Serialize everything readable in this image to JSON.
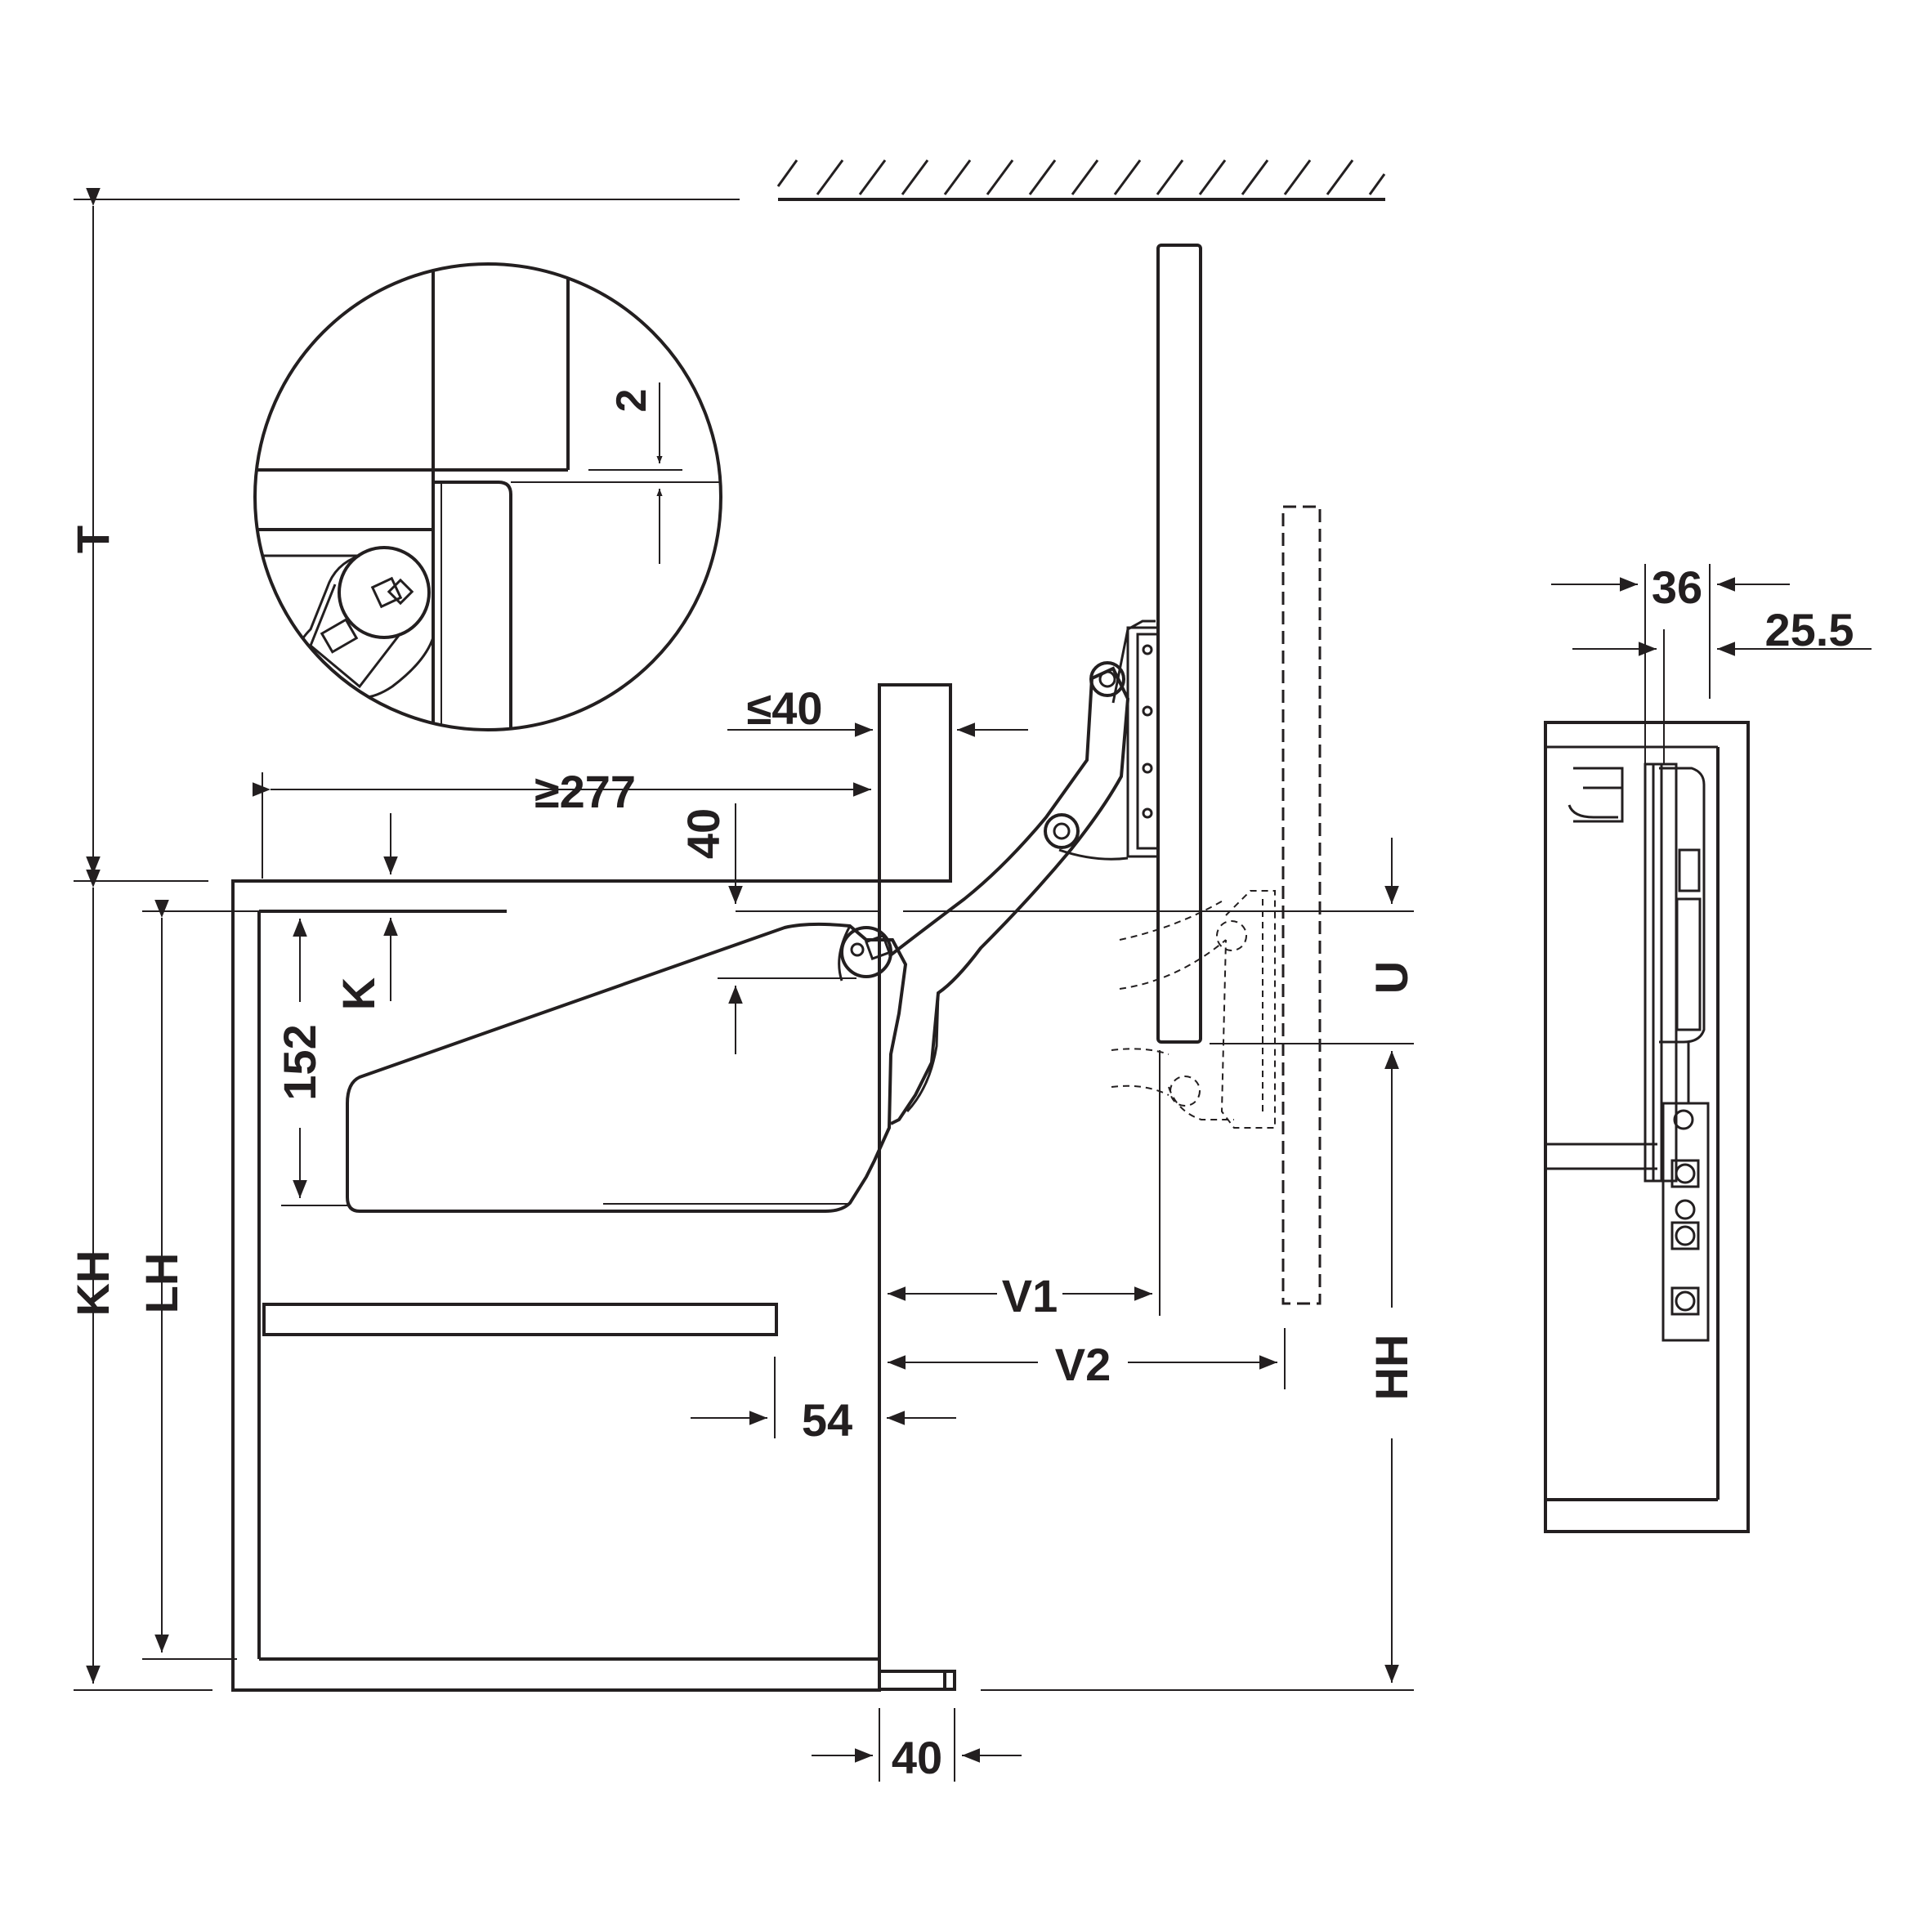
{
  "dimensions": {
    "T": "T",
    "KH": "KH",
    "LH": "LH",
    "HH": "HH",
    "K": "K",
    "U": "U",
    "V1": "V1",
    "V2": "V2",
    "d152": "152",
    "d40_vertical": "40",
    "d40_bottom": "40",
    "d54": "54",
    "d277": "≥277",
    "d40_max": "≤40",
    "d2": "2",
    "d36": "36",
    "d25_5": "25.5"
  },
  "colors": {
    "ink": "#231f20",
    "background": "#ffffff"
  }
}
